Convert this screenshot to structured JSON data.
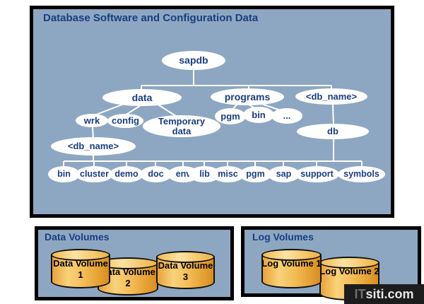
{
  "header": {
    "title": "Database Software and Configuration Data"
  },
  "tree": {
    "root": "sapdb",
    "level2": {
      "data": "data",
      "programs": "programs",
      "db_name": "<db_name>"
    },
    "level3": {
      "wrk": "wrk",
      "config": "config",
      "temporary": "Temporary data",
      "pgm": "pgm",
      "bin": "bin",
      "ellipsis": "...",
      "db": "db"
    },
    "db_name_left": "<db_name>",
    "leaves": [
      "bin",
      "cluster",
      "demo",
      "doc",
      "env",
      "lib",
      "misc",
      "pgm",
      "sap",
      "support",
      "symbols"
    ]
  },
  "data_volumes": {
    "title": "Data Volumes",
    "items": [
      "Data Volume 1",
      "Data Volume 2",
      "Data Volume 3"
    ]
  },
  "log_volumes": {
    "title": "Log Volumes",
    "items": [
      "Log Volume 1",
      "Log Volume 2"
    ]
  },
  "watermark": {
    "prefix": "IT",
    "rest": "siti.com"
  },
  "colors": {
    "panel_bg": "#8da7c2",
    "panel_border": "#000000",
    "title_text": "#1b3e7f",
    "node_fill": "#ffffff",
    "node_text": "#1b3e7f",
    "connector_line": "#ffffff",
    "cylinder_light": "#fce3a0",
    "cylinder_mid": "#f2ba52",
    "cylinder_dark": "#d98e1e",
    "cylinder_outline": "#111111",
    "watermark_bg": "#1d1d1d",
    "watermark_text": "#e8e8e8"
  }
}
